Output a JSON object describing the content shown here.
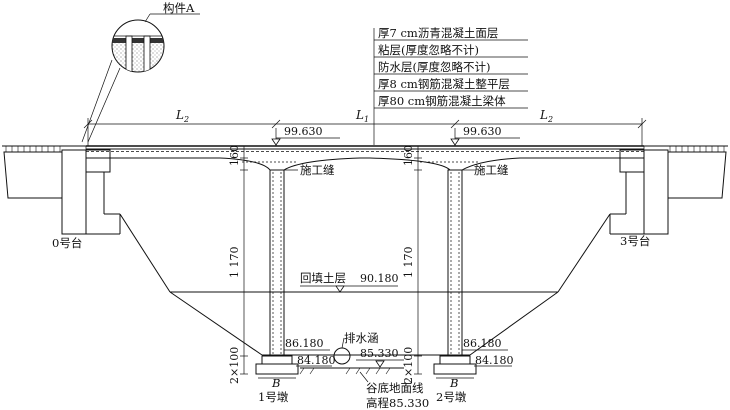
{
  "callout_component": "构件A",
  "layers": [
    "厚7 cm沥青混凝土面层",
    "粘层(厚度忽略不计)",
    "防水层(厚度忽略不计)",
    "厚8 cm钢筋混凝土整平层",
    "厚80 cm钢筋混凝土梁体"
  ],
  "spans": {
    "left": "L",
    "left_sub": "2",
    "middle": "L",
    "middle_sub": "1",
    "right": "L",
    "right_sub": "2"
  },
  "elevations": {
    "deck_left": "99.630",
    "deck_right": "99.630",
    "backfill": "90.180",
    "pier1_top": "86.180",
    "pier1_base": "84.180",
    "pier2_top": "86.180",
    "pier2_base": "84.180",
    "culvert": "85.330",
    "valley_value": "85.330"
  },
  "dimensions": {
    "haunch_left": "160",
    "haunch_right": "160",
    "pier_left": "1 170",
    "pier_right": "1 170",
    "found_left": "2×100",
    "found_right": "2×100",
    "width_left": "B",
    "width_right": "B"
  },
  "labels": {
    "joint_left": "施工缝",
    "joint_right": "施工缝",
    "abutment_0": "0号台",
    "abutment_3": "3号台",
    "backfill": "回填土层",
    "culvert": "排水涵",
    "valley_line": "谷底地面线",
    "valley_elev_label": "高程",
    "pier_1": "1号墩",
    "pier_2": "2号墩"
  }
}
